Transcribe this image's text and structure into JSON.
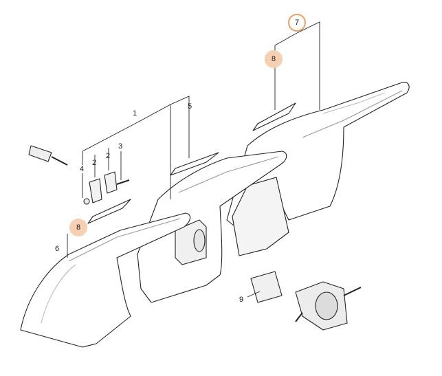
{
  "diagram": {
    "accent_color": "#e9a066",
    "highlight_fill": "#f7cfb3",
    "callouts": [
      {
        "id": "c1",
        "label": "1",
        "style": "plain"
      },
      {
        "id": "c2a",
        "label": "2",
        "style": "plain"
      },
      {
        "id": "c2b",
        "label": "2",
        "style": "plain"
      },
      {
        "id": "c3",
        "label": "3",
        "style": "plain"
      },
      {
        "id": "c4",
        "label": "4",
        "style": "plain"
      },
      {
        "id": "c5",
        "label": "5",
        "style": "plain"
      },
      {
        "id": "c6",
        "label": "6",
        "style": "plain"
      },
      {
        "id": "c7",
        "label": "7",
        "style": "ring"
      },
      {
        "id": "c8a",
        "label": "8",
        "style": "highlight"
      },
      {
        "id": "c8b",
        "label": "8",
        "style": "highlight"
      },
      {
        "id": "c9",
        "label": "9",
        "style": "plain"
      }
    ]
  }
}
